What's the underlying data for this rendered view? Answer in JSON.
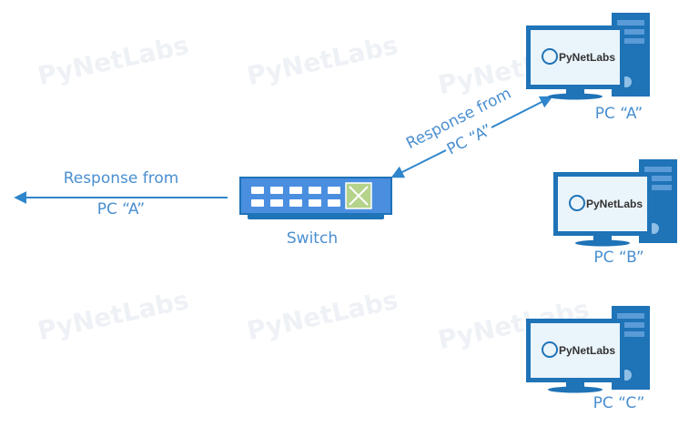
{
  "watermark": "PyNetLabs",
  "colors": {
    "primary": "#1f73b7",
    "accent": "#4a8fd0",
    "switch_body": "#4a8ee0",
    "switch_module": "#b6d38c"
  },
  "switch": {
    "label": "Switch",
    "icon": "network-switch-icon"
  },
  "pcs": [
    {
      "label": "PC “A”",
      "screen_logo": "PyNetLabs"
    },
    {
      "label": "PC “B”",
      "screen_logo": "PyNetLabs"
    },
    {
      "label": "PC “C”",
      "screen_logo": "PyNetLabs"
    }
  ],
  "flows": {
    "left": {
      "line1": "Response from",
      "line2": "PC “A”"
    },
    "diagonal": {
      "line1": "Response from",
      "line2": "PC “A”"
    }
  }
}
